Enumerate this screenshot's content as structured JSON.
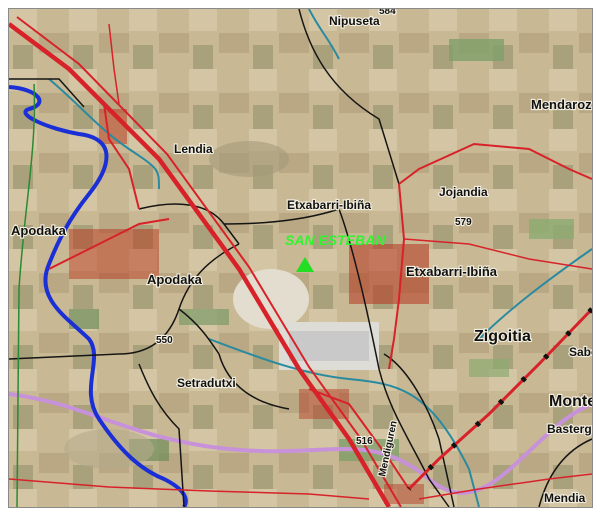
{
  "map": {
    "labels": {
      "nipuseta": "Nipuseta",
      "elev_584": "584",
      "mendaroz": "Mendaroz",
      "lendia": "Lendia",
      "etxabarri_north": "Etxabarri-Ibiña",
      "jojandia": "Jojandia",
      "elev_579": "579",
      "apodaka_west": "Apodaka",
      "apodaka_center": "Apodaka",
      "san_esteban": "SAN ESTEBAN",
      "etxabarri_east": "Etxabarri-Ibiña",
      "zigoitia": "Zigoitia",
      "sabe": "Sabe",
      "elev_550": "550",
      "setradutxi": "Setradutxi",
      "monte": "Monte",
      "bastergi": "Basterg",
      "mendiguren": "Mendiguren",
      "elev_516": "516",
      "mendia": "Mendia"
    },
    "colors": {
      "terrain": "#c9b996",
      "road": "#d8222a",
      "boundary": "#151515",
      "river": "#1a2fd6",
      "stream": "#2a8aa0",
      "railway": "#c792d9",
      "marker": "#22dd22",
      "built_up": "#b8341e"
    },
    "marker": {
      "name": "San Esteban",
      "shape": "triangle"
    }
  }
}
